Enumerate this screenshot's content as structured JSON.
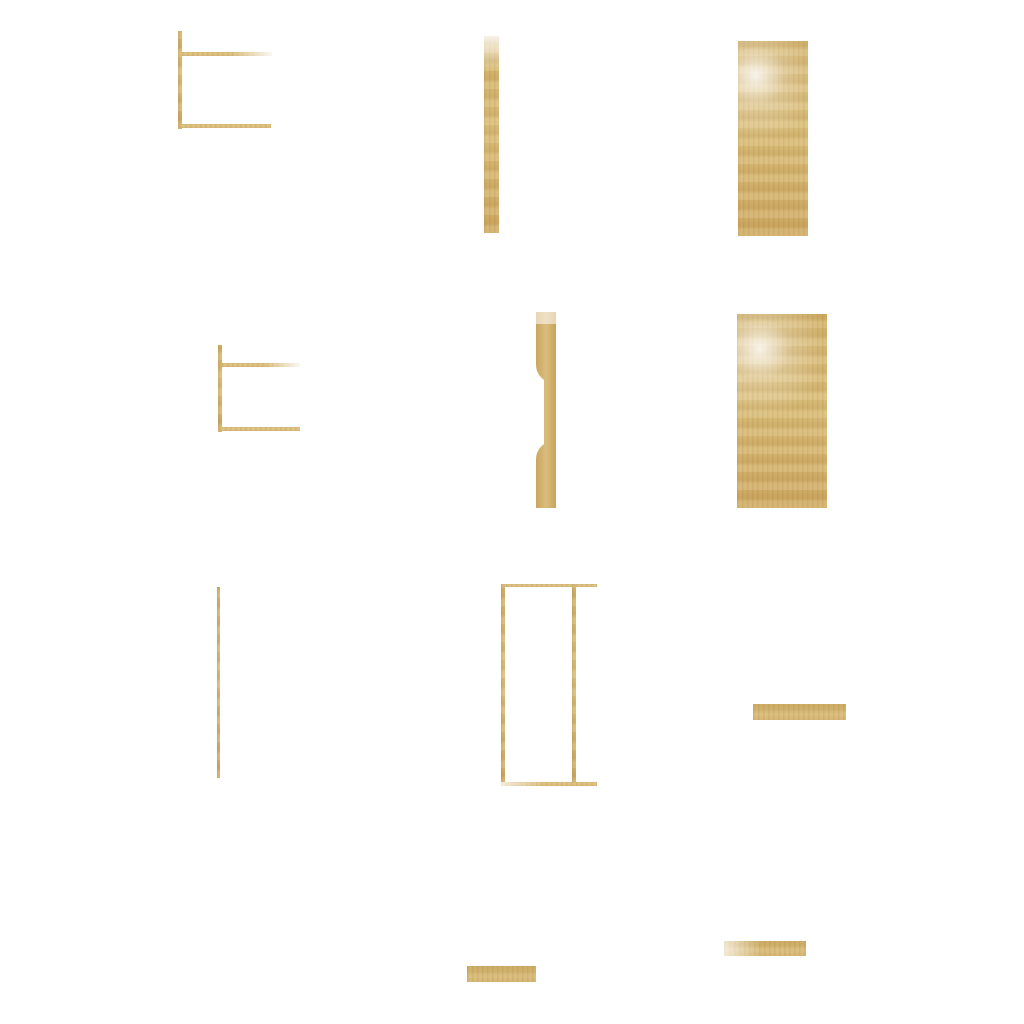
{
  "canvas": {
    "background": "#ffffff",
    "material_color": "#d4b36a"
  },
  "pieces": [
    {
      "name": "bracket-frame",
      "kind": "line-drawing"
    },
    {
      "name": "narrow-vertical-board",
      "kind": "board"
    },
    {
      "name": "wide-textured-panel",
      "kind": "panel"
    },
    {
      "name": "bracket-frame-small",
      "kind": "line-drawing"
    },
    {
      "name": "shaped-side-board",
      "kind": "board"
    },
    {
      "name": "wide-textured-panel-large",
      "kind": "panel"
    },
    {
      "name": "thin-vertical-rod",
      "kind": "line-drawing"
    },
    {
      "name": "rectangular-frame",
      "kind": "line-drawing"
    },
    {
      "name": "short-horizontal-board",
      "kind": "board"
    },
    {
      "name": "short-horizontal-board-bottom-right",
      "kind": "board"
    },
    {
      "name": "short-horizontal-board-bottom-center",
      "kind": "board"
    }
  ]
}
